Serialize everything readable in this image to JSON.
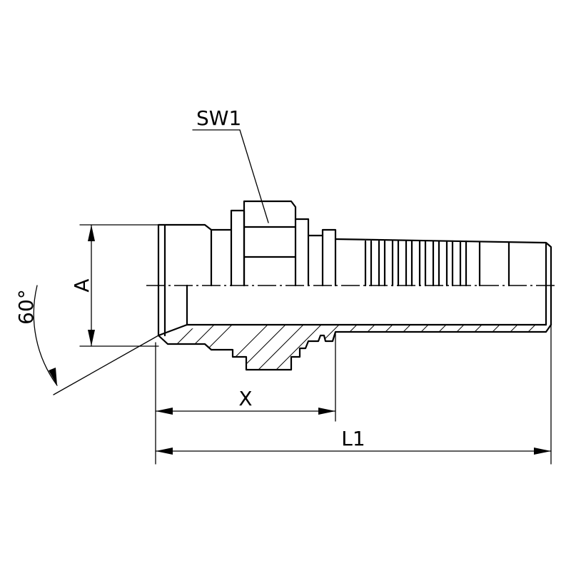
{
  "labels": {
    "wrench_size": "SW1",
    "thread_diameter": "A",
    "cone_angle": "60°",
    "insertion_length": "X",
    "overall_length": "L1"
  }
}
